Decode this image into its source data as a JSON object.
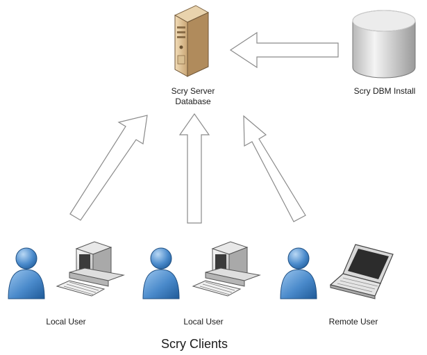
{
  "nodes": {
    "server": {
      "label_line1": "Scry Server",
      "label_line2": "Database",
      "icon": "server-tower-icon"
    },
    "dbm_install": {
      "label": "Scry DBM Install",
      "icon": "database-cylinder-icon"
    },
    "clients": [
      {
        "label": "Local User",
        "user_icon": "user-icon",
        "device_icon": "desktop-computer-icon"
      },
      {
        "label": "Local User",
        "user_icon": "user-icon",
        "device_icon": "desktop-computer-icon"
      },
      {
        "label": "Remote User",
        "user_icon": "user-icon",
        "device_icon": "laptop-icon"
      }
    ]
  },
  "group_title": "Scry Clients",
  "edges": [
    {
      "from": "Scry DBM Install",
      "to": "Scry Server Database"
    },
    {
      "from": "Local User",
      "to": "Scry Server Database"
    },
    {
      "from": "Local User",
      "to": "Scry Server Database"
    },
    {
      "from": "Remote User",
      "to": "Scry Server Database"
    }
  ],
  "colors": {
    "user_blue": "#3f7fc2",
    "server_tan": "#c9a574",
    "cylinder_gray": "#cfcfcf",
    "arrow_outline": "#8a8a8a"
  }
}
